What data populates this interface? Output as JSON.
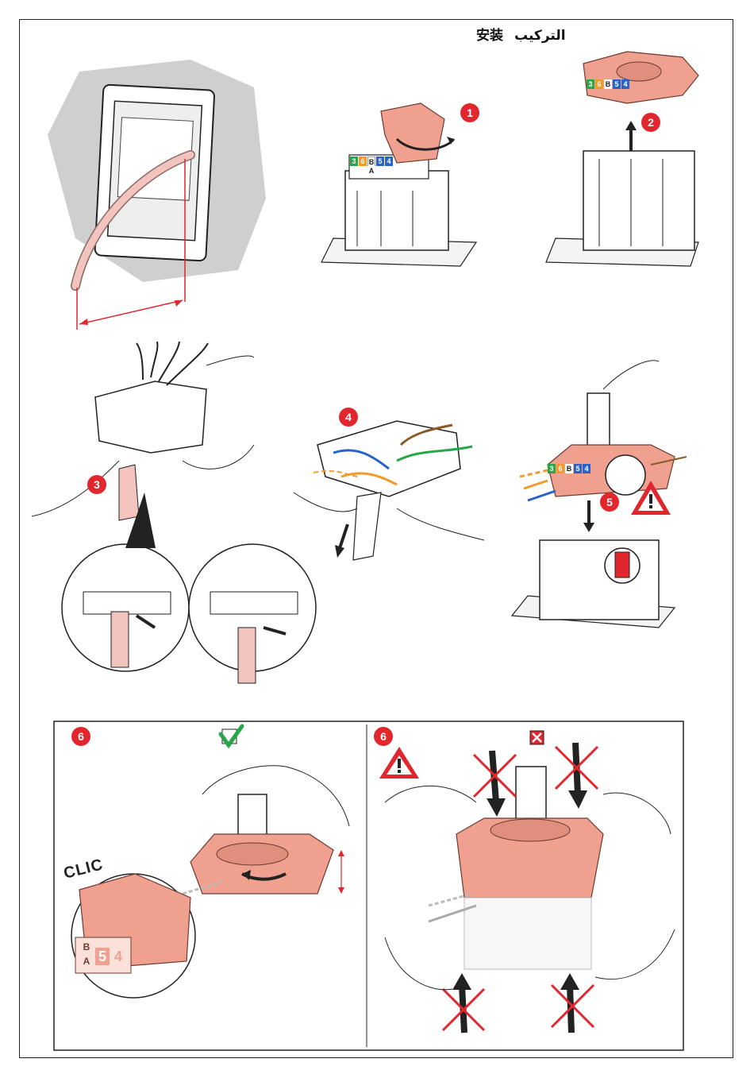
{
  "header": {
    "title_arabic": "التركيب",
    "title_chinese": "安装"
  },
  "steps": [
    "1",
    "2",
    "3",
    "4",
    "5",
    "6",
    "6"
  ],
  "callout": {
    "clic": "CLIC"
  },
  "connector_labels": {
    "top": [
      "3",
      "6",
      "B",
      "5",
      "4"
    ],
    "sub": [
      "A"
    ],
    "zoom": [
      "B",
      "A",
      "5",
      "4"
    ]
  },
  "colors": {
    "accent_red": "#e1262d",
    "module_salmon": "#f0a08f",
    "cable_pink": "#f3c4bd",
    "wall_gray": "#cfcfcf",
    "wire_green": "#2aa64a",
    "wire_orange": "#f39a2b",
    "wire_blue": "#2a62c7",
    "wire_brown": "#8a5a2b",
    "check_green": "#2aa64a"
  }
}
